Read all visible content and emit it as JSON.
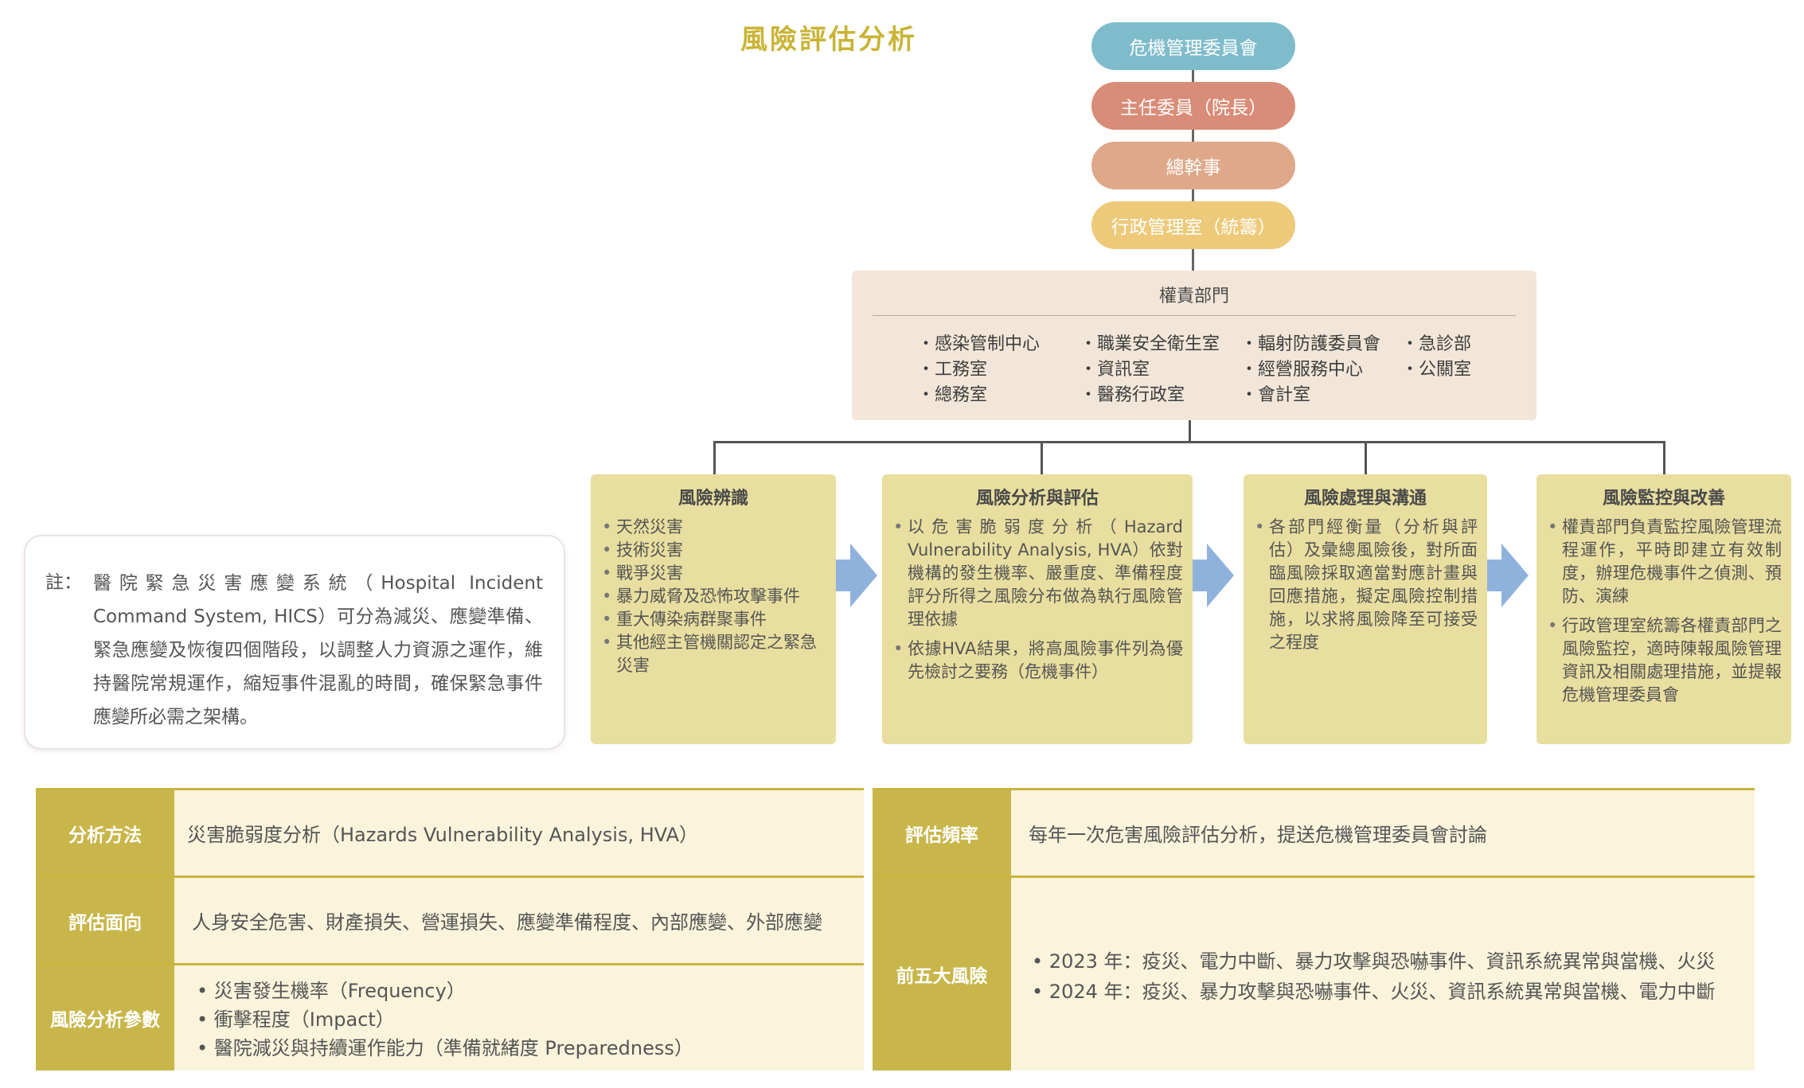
{
  "title": "風險評估分析",
  "hierarchy": [
    "危機管理委員會",
    "主任委員（院長）",
    "總幹事",
    "行政管理室（統籌）"
  ],
  "departments": {
    "title": "權責部門",
    "items": [
      "感染管制中心",
      "職業安全衛生室",
      "輻射防護委員會",
      "急診部",
      "工務室",
      "資訊室",
      "經營服務中心",
      "公關室",
      "總務室",
      "醫務行政室",
      "會計室"
    ]
  },
  "stages": [
    {
      "title": "風險辨識",
      "bullets": [
        "天然災害",
        "技術災害",
        "戰爭災害",
        "暴力威脅及恐怖攻擊事件",
        "重大傳染病群聚事件",
        "其他經主管機關認定之緊急災害"
      ]
    },
    {
      "title": "風險分析與評估",
      "bullets": [
        "以危害脆弱度分析（Hazard Vulnerability Analysis, HVA）依對機構的發生機率、嚴重度、準備程度評分所得之風險分布做為執行風險管理依據",
        "依據HVA結果，將高風險事件列為優先檢討之要務（危機事件）"
      ]
    },
    {
      "title": "風險處理與溝通",
      "bullets": [
        "各部門經衡量（分析與評估）及彙總風險後，對所面臨風險採取適當對應計畫與回應措施，擬定風險控制措施，以求將風險降至可接受之程度"
      ]
    },
    {
      "title": "風險監控與改善",
      "bullets": [
        "權責部門負責監控風險管理流程運作，平時即建立有效制度，辦理危機事件之偵測、預防、演練",
        "行政管理室統籌各權責部門之風險監控，適時陳報風險管理資訊及相關處理措施，並提報危機管理委員會"
      ]
    }
  ],
  "note": {
    "label": "註：",
    "text": "醫院緊急災害應變系統（Hospital Incident Command System, HICS）可分為減災、應變準備、緊急應變及恢復四個階段，以調整人力資源之運作，維持醫院常規運作，縮短事件混亂的時間，確保緊急事件應變所必需之架構。"
  },
  "table_left": {
    "method_label": "分析方法",
    "method_value": "災害脆弱度分析（Hazards Vulnerability Analysis, HVA）",
    "aspect_label": "評估面向",
    "aspect_value": "人身安全危害、財產損失、營運損失、應變準備程度、內部應變、外部應變",
    "params_label": "風險分析參數",
    "params": [
      "災害發生機率（Frequency）",
      "衝擊程度（Impact）",
      "醫院減災與持續運作能力（準備就緒度 Preparedness）"
    ]
  },
  "table_right": {
    "freq_label": "評估頻率",
    "freq_value": "每年一次危害風險評估分析，提送危機管理委員會討論",
    "top5_label": "前五大風險",
    "top5": [
      "2023 年：疫災、電力中斷、暴力攻擊與恐嚇事件、資訊系統異常與當機、火災",
      "2024 年：疫災、暴力攻擊與恐嚇事件、火災、資訊系統異常與當機、電力中斷"
    ]
  },
  "colors": {
    "title": "#c9b436",
    "committee": "#7fbccb",
    "chair": "#d98c77",
    "secretary": "#dfa889",
    "admin": "#edc979",
    "dept_bg": "#f1e6d8",
    "stage_bg": "#e8de9f",
    "arrow": "#8fb2dd",
    "table_label": "#c9b64a",
    "table_cell": "#faf4dc"
  }
}
